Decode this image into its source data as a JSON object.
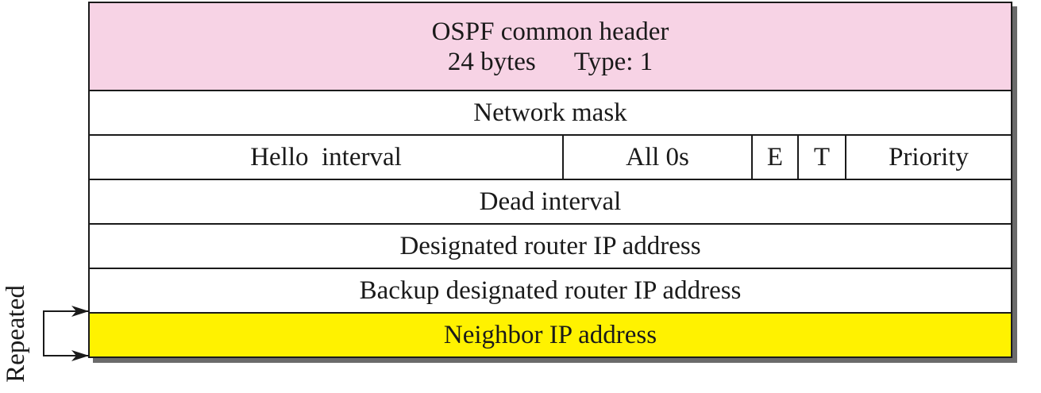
{
  "colors": {
    "header_fill": "#f7d3e5",
    "neighbor_fill": "#fff200",
    "border": "#1a1a1a",
    "shadow": "#6b6b6b"
  },
  "packet": {
    "header": {
      "title": "OSPF common header",
      "length": "24 bytes",
      "type": "Type: 1"
    },
    "network_mask": "Network mask",
    "flags_row": {
      "hello_interval": "Hello  interval",
      "all_zeros": "All 0s",
      "e_flag": "E",
      "t_flag": "T",
      "priority": "Priority"
    },
    "dead_interval": "Dead interval",
    "designated_router": "Designated router IP address",
    "backup_designated_router": "Backup designated router IP address",
    "neighbor": "Neighbor IP address"
  },
  "repeat_indicator": {
    "label": "Repeated"
  }
}
